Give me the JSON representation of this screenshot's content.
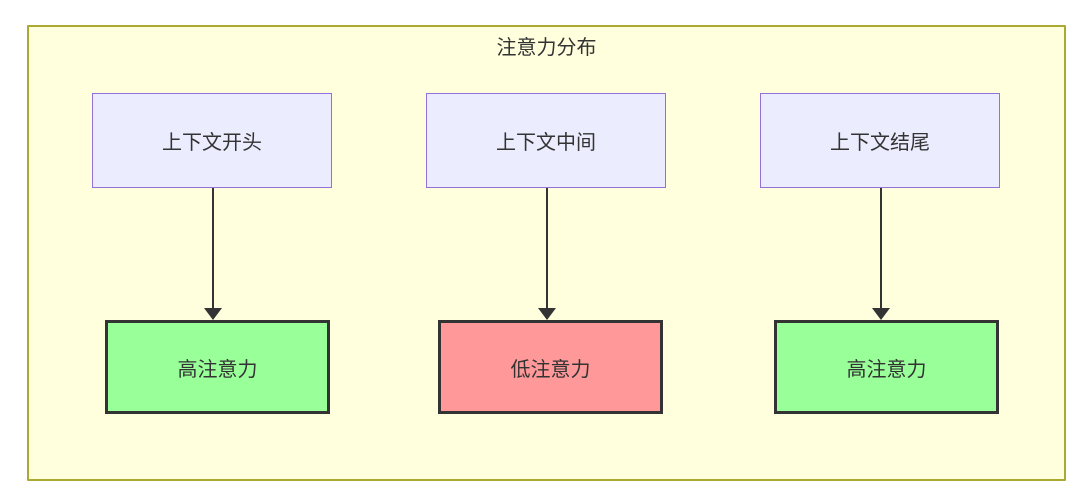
{
  "diagram": {
    "title": "注意力分布",
    "columns": [
      {
        "source": "上下文开头",
        "target": "高注意力",
        "level": "high"
      },
      {
        "source": "上下文中间",
        "target": "低注意力",
        "level": "low"
      },
      {
        "source": "上下文结尾",
        "target": "高注意力",
        "level": "high"
      }
    ],
    "colors": {
      "canvas_bg": "#ffffff",
      "container_bg": "#ffffde",
      "container_border": "#aaaa33",
      "source_bg": "#ececff",
      "source_border": "#9370db",
      "target_high_bg": "#99ff99",
      "target_low_bg": "#ff9999",
      "target_border": "#333333",
      "arrow": "#333333",
      "text": "#333333"
    }
  }
}
